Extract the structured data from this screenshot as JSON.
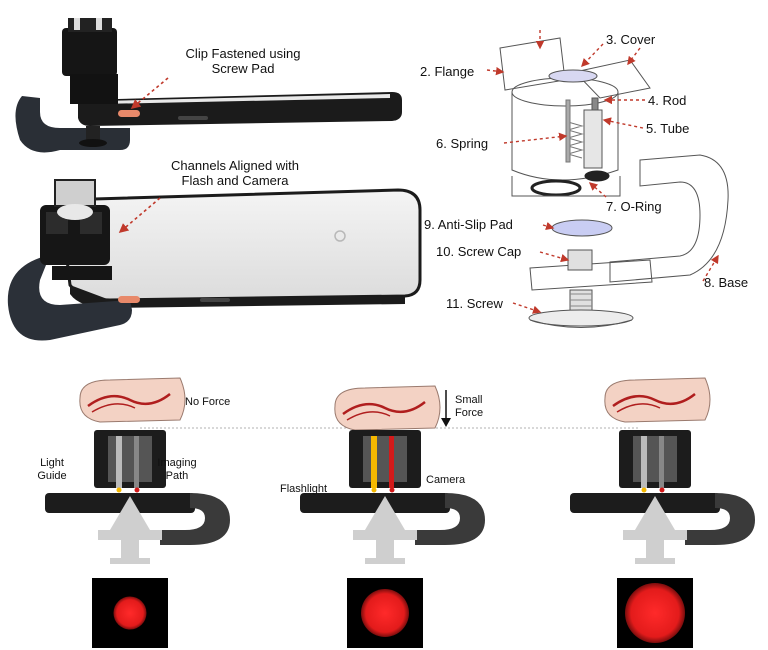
{
  "top_left": {
    "clip_label_line1": "Clip Fastened using",
    "clip_label_line2": "Screw Pad",
    "channels_label_line1": "Channels Aligned with",
    "channels_label_line2": "Flash and Camera"
  },
  "exploded_view": {
    "parts": [
      {
        "num": "2.",
        "name": "Flange"
      },
      {
        "num": "3.",
        "name": "Cover"
      },
      {
        "num": "4.",
        "name": "Rod"
      },
      {
        "num": "5.",
        "name": "Tube"
      },
      {
        "num": "6.",
        "name": "Spring"
      },
      {
        "num": "7.",
        "name": "O-Ring"
      },
      {
        "num": "8.",
        "name": "Base"
      },
      {
        "num": "9.",
        "name": "Anti-Slip Pad"
      },
      {
        "num": "10.",
        "name": "Screw Cap"
      },
      {
        "num": "11.",
        "name": "Screw"
      }
    ]
  },
  "force_panels": [
    {
      "force_label": "No Force",
      "left_label_1": "Light",
      "left_label_2": "Guide",
      "right_label_1": "Imaging",
      "right_label_2": "Path",
      "spot_scale": 0.55
    },
    {
      "force_label_1": "Small",
      "force_label_2": "Force",
      "left_label": "Flashlight",
      "right_label": "Camera",
      "spot_scale": 0.8
    },
    {
      "spot_scale": 1.0
    }
  ],
  "colors": {
    "arrow_red": "#c0392b",
    "finger_skin": "#f3d2c4",
    "vessel_red": "#b01e1e",
    "device_dark": "#1c1c1c",
    "button_orange": "#e8896a",
    "spot_red": "#e31b1b",
    "support_gray": "#cfcfcf"
  }
}
